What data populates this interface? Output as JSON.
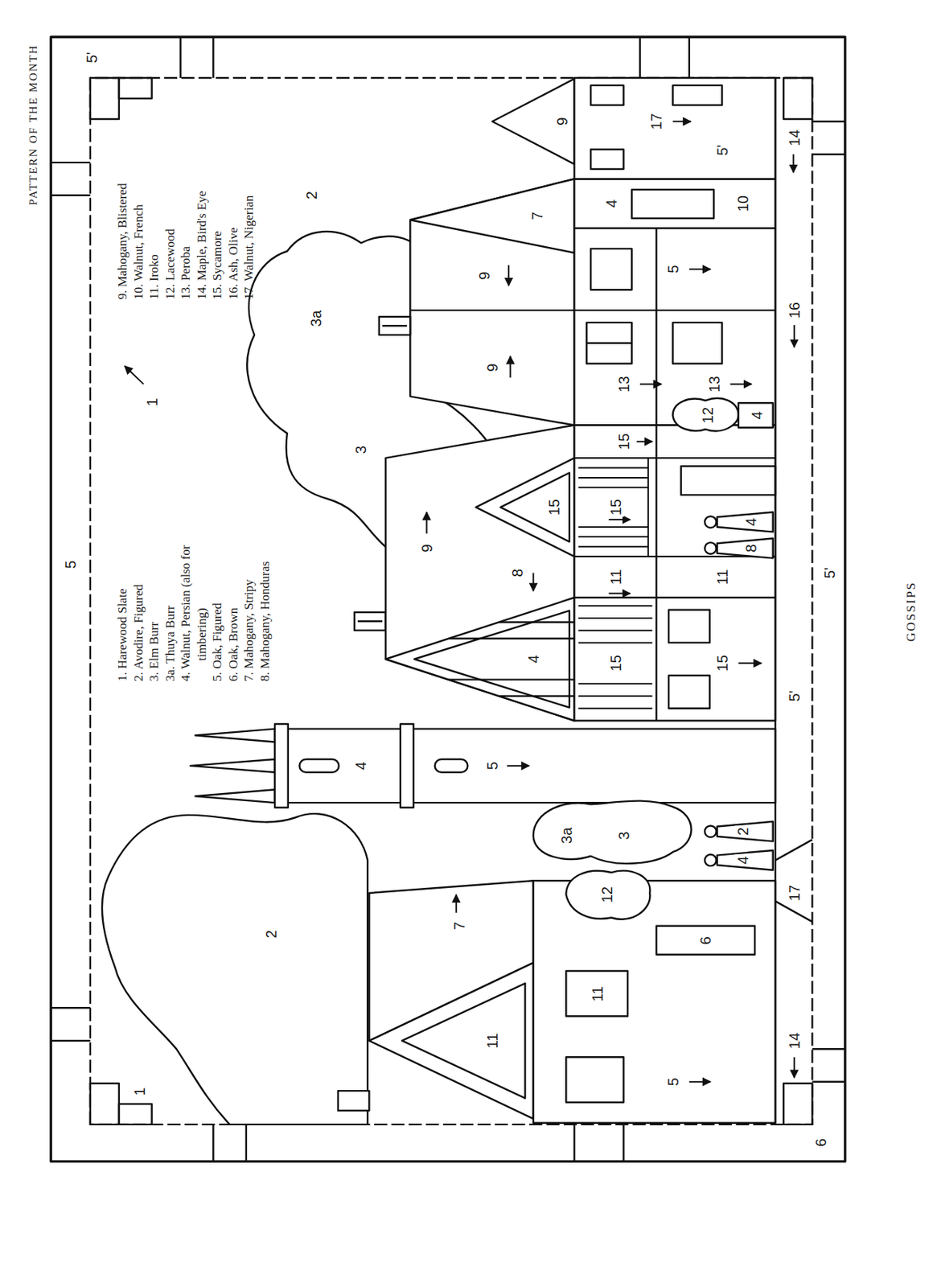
{
  "diagram": {
    "title": "PATTERN OF THE MONTH",
    "caption": "GOSSIPS",
    "labels": [
      "1",
      "1",
      "2",
      "2",
      "3",
      "3a",
      "11",
      "7",
      "11",
      "5",
      "6",
      "12",
      "3a",
      "3",
      "4",
      "5",
      "4",
      "9",
      "8",
      "15",
      "15",
      "11",
      "15",
      "15",
      "11",
      "15",
      "8",
      "4",
      "4",
      "2",
      "12",
      "4",
      "9",
      "9",
      "7",
      "13",
      "13",
      "5",
      "4",
      "10",
      "9",
      "17",
      "5'",
      "14",
      "14",
      "17",
      "5'",
      "16",
      "5",
      "5'",
      "5'",
      "6"
    ],
    "legend": [
      {
        "text": "1. Harewood Slate"
      },
      {
        "text": "2. Avodire, Figured"
      },
      {
        "text": "3. Elm Burr"
      },
      {
        "text": "3a. Thuya Burr"
      },
      {
        "text": "4. Walnut, Persian (also for timbering)"
      },
      {
        "text": "5. Oak, Figured"
      },
      {
        "text": "6. Oak, Brown"
      },
      {
        "text": "7. Mahogany, Stripy"
      },
      {
        "text": "8. Mahogany, Honduras"
      },
      {
        "text": "9. Mahogany, Blistered"
      },
      {
        "text": "10. Walnut, French"
      },
      {
        "text": "11. Iroko"
      },
      {
        "text": "12. Lacewood"
      },
      {
        "text": "13. Peroba"
      },
      {
        "text": "14. Maple, Bird's Eye"
      },
      {
        "text": "15. Sycamore"
      },
      {
        "text": "16. Ash, Olive"
      },
      {
        "text": "17. Walnut, Nigerian"
      }
    ]
  }
}
